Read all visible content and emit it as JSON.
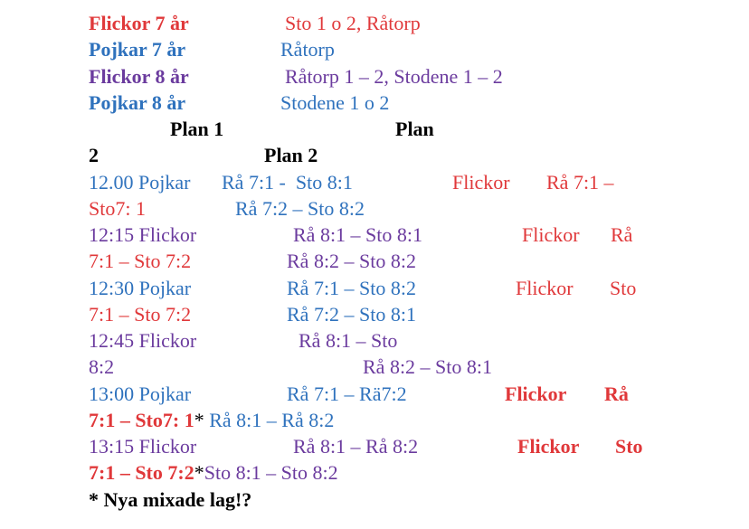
{
  "colors": {
    "red": "#e0383a",
    "blue": "#2f72bd",
    "purple": "#6b3b9e",
    "black": "#000000"
  },
  "lines": [
    {
      "segments": [
        {
          "text": "Flickor 7 år",
          "color": "red",
          "bold": true
        },
        {
          "text": "Sto 1 o 2, Råtorp",
          "color": "red",
          "bold": false
        }
      ]
    },
    {
      "segments": [
        {
          "text": "Pojkar 7 år",
          "color": "blue",
          "bold": true
        },
        {
          "text": "Råtorp",
          "color": "blue",
          "bold": false
        }
      ]
    },
    {
      "segments": [
        {
          "text": "Flickor 8 år",
          "color": "purple",
          "bold": true
        },
        {
          "text": "Råtorp 1 – 2, Stodene 1 – 2",
          "color": "purple",
          "bold": false
        }
      ]
    },
    {
      "segments": [
        {
          "text": "Pojkar 8 år",
          "color": "blue",
          "bold": true
        },
        {
          "text": "Stodene 1 o 2",
          "color": "blue",
          "bold": false
        }
      ]
    },
    {
      "segments": [
        {
          "text": "Plan 1",
          "color": "black",
          "bold": true
        },
        {
          "text": "Plan",
          "color": "black",
          "bold": true
        }
      ]
    },
    {
      "segments": [
        {
          "text": "2",
          "color": "black",
          "bold": true
        },
        {
          "text": "Plan 2",
          "color": "black",
          "bold": true
        }
      ]
    },
    {
      "segments": [
        {
          "text": "12.00 Pojkar",
          "color": "blue",
          "bold": false
        },
        {
          "text": "Rå 7:1 -  Sto 8:1",
          "color": "blue",
          "bold": false
        },
        {
          "text": "Flickor",
          "color": "red",
          "bold": false
        },
        {
          "text": "Rå 7:1 –",
          "color": "red",
          "bold": false
        }
      ]
    },
    {
      "segments": [
        {
          "text": "Sto7: 1",
          "color": "red",
          "bold": false
        },
        {
          "text": "Rå 7:2 – Sto 8:2",
          "color": "blue",
          "bold": false
        }
      ]
    },
    {
      "segments": [
        {
          "text": "12:15 Flickor",
          "color": "purple",
          "bold": false
        },
        {
          "text": "Rå 8:1 – Sto 8:1",
          "color": "purple",
          "bold": false
        },
        {
          "text": "Flickor",
          "color": "red",
          "bold": false
        },
        {
          "text": "Rå",
          "color": "red",
          "bold": false
        }
      ]
    },
    {
      "segments": [
        {
          "text": "7:1 – Sto 7:2",
          "color": "red",
          "bold": false
        },
        {
          "text": "Rå 8:2 – Sto 8:2",
          "color": "purple",
          "bold": false
        }
      ]
    },
    {
      "segments": [
        {
          "text": "12:30 Pojkar",
          "color": "blue",
          "bold": false
        },
        {
          "text": "Rå 7:1 – Sto 8:2",
          "color": "blue",
          "bold": false
        },
        {
          "text": "Flickor",
          "color": "red",
          "bold": false
        },
        {
          "text": "Sto",
          "color": "red",
          "bold": false
        }
      ]
    },
    {
      "segments": [
        {
          "text": "7:1 – Sto 7:2",
          "color": "red",
          "bold": false
        },
        {
          "text": "Rå 7:2 – Sto 8:1",
          "color": "blue",
          "bold": false
        }
      ]
    },
    {
      "segments": [
        {
          "text": "12:45 Flickor",
          "color": "purple",
          "bold": false
        },
        {
          "text": "Rå 8:1 – Sto",
          "color": "purple",
          "bold": false
        }
      ]
    },
    {
      "segments": [
        {
          "text": "8:2",
          "color": "purple",
          "bold": false
        },
        {
          "text": "Rå 8:2 – Sto 8:1",
          "color": "purple",
          "bold": false
        }
      ]
    },
    {
      "segments": [
        {
          "text": "13:00 Pojkar",
          "color": "blue",
          "bold": false
        },
        {
          "text": "Rå 7:1 – Rä7:2",
          "color": "blue",
          "bold": false
        },
        {
          "text": "Flickor",
          "color": "red",
          "bold": true
        },
        {
          "text": "Rå",
          "color": "red",
          "bold": true
        }
      ]
    },
    {
      "segments": [
        {
          "text": "7:1 – Sto7: 1",
          "color": "red",
          "bold": true
        },
        {
          "text": "*",
          "color": "black",
          "bold": false
        },
        {
          "text": " Rå 8:1 – Rå 8:2",
          "color": "blue",
          "bold": false
        }
      ]
    },
    {
      "segments": [
        {
          "text": "13:15 Flickor",
          "color": "purple",
          "bold": false
        },
        {
          "text": "Rå 8:1 – Rå 8:2",
          "color": "purple",
          "bold": false
        },
        {
          "text": "Flickor",
          "color": "red",
          "bold": true
        },
        {
          "text": "Sto",
          "color": "red",
          "bold": true
        }
      ]
    },
    {
      "segments": [
        {
          "text": "7:1 – Sto 7:2",
          "color": "red",
          "bold": true
        },
        {
          "text": "*",
          "color": "black",
          "bold": false
        },
        {
          "text": "Sto 8:1 – Sto 8:2",
          "color": "purple",
          "bold": false
        }
      ]
    },
    {
      "segments": [
        {
          "text": "* Nya mixade lag!?",
          "color": "black",
          "bold": true
        }
      ]
    }
  ]
}
